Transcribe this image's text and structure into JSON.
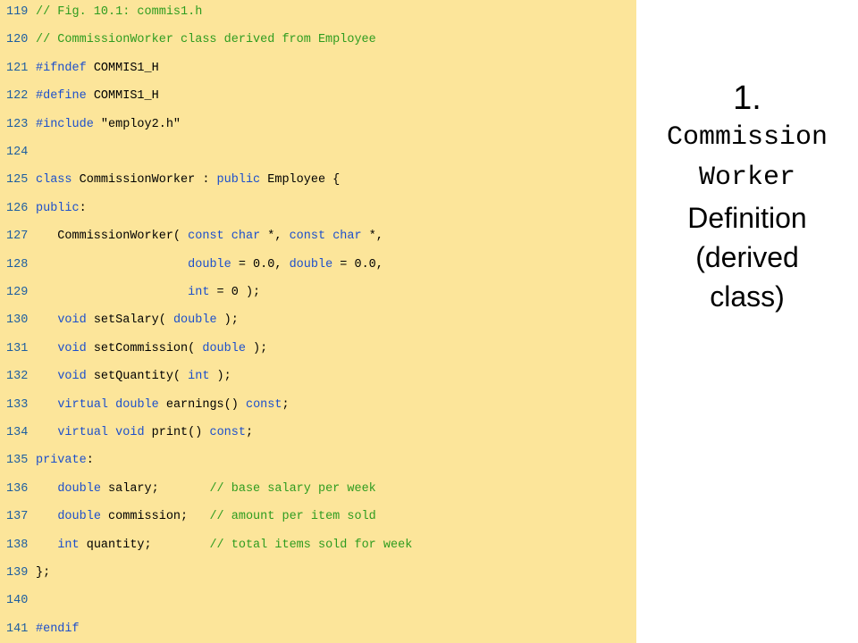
{
  "colors": {
    "panel_background": "#fce59a",
    "line_number": "#1e5ea0",
    "comment": "#2e9c1f",
    "keyword": "#1c4fcc",
    "plain": "#000000"
  },
  "title": {
    "number": "1.",
    "code_words": [
      "Commission",
      "Worker"
    ],
    "text_lines": [
      "Definition",
      "(derived",
      "class)"
    ]
  },
  "code_lines": [
    {
      "number": "119",
      "tokens": [
        {
          "text": "// Fig. 10.1: commis1.h",
          "kind": "comment"
        }
      ]
    },
    {
      "number": "120",
      "tokens": [
        {
          "text": "// CommissionWorker class derived from Employee",
          "kind": "comment"
        }
      ]
    },
    {
      "number": "121",
      "tokens": [
        {
          "text": "#ifndef",
          "kind": "keyword"
        },
        {
          "text": " COMMIS1_H",
          "kind": "plain"
        }
      ]
    },
    {
      "number": "122",
      "tokens": [
        {
          "text": "#define",
          "kind": "keyword"
        },
        {
          "text": " COMMIS1_H",
          "kind": "plain"
        }
      ]
    },
    {
      "number": "123",
      "tokens": [
        {
          "text": "#include",
          "kind": "keyword"
        },
        {
          "text": " \"employ2.h\"",
          "kind": "plain"
        }
      ]
    },
    {
      "number": "124",
      "tokens": []
    },
    {
      "number": "125",
      "tokens": [
        {
          "text": "class",
          "kind": "keyword"
        },
        {
          "text": " CommissionWorker : ",
          "kind": "plain"
        },
        {
          "text": "public",
          "kind": "keyword"
        },
        {
          "text": " Employee {",
          "kind": "plain"
        }
      ]
    },
    {
      "number": "126",
      "tokens": [
        {
          "text": "public",
          "kind": "keyword"
        },
        {
          "text": ":",
          "kind": "plain"
        }
      ]
    },
    {
      "number": "127",
      "tokens": [
        {
          "text": "   CommissionWorker( ",
          "kind": "plain"
        },
        {
          "text": "const",
          "kind": "keyword"
        },
        {
          "text": " ",
          "kind": "plain"
        },
        {
          "text": "char",
          "kind": "keyword"
        },
        {
          "text": " *, ",
          "kind": "plain"
        },
        {
          "text": "const",
          "kind": "keyword"
        },
        {
          "text": " ",
          "kind": "plain"
        },
        {
          "text": "char",
          "kind": "keyword"
        },
        {
          "text": " *,",
          "kind": "plain"
        }
      ]
    },
    {
      "number": "128",
      "tokens": [
        {
          "text": "                     ",
          "kind": "plain"
        },
        {
          "text": "double",
          "kind": "keyword"
        },
        {
          "text": " = 0.0, ",
          "kind": "plain"
        },
        {
          "text": "double",
          "kind": "keyword"
        },
        {
          "text": " = 0.0,",
          "kind": "plain"
        }
      ]
    },
    {
      "number": "129",
      "tokens": [
        {
          "text": "                     ",
          "kind": "plain"
        },
        {
          "text": "int",
          "kind": "keyword"
        },
        {
          "text": " = 0 );",
          "kind": "plain"
        }
      ]
    },
    {
      "number": "130",
      "tokens": [
        {
          "text": "   ",
          "kind": "plain"
        },
        {
          "text": "void",
          "kind": "keyword"
        },
        {
          "text": " setSalary( ",
          "kind": "plain"
        },
        {
          "text": "double",
          "kind": "keyword"
        },
        {
          "text": " );",
          "kind": "plain"
        }
      ]
    },
    {
      "number": "131",
      "tokens": [
        {
          "text": "   ",
          "kind": "plain"
        },
        {
          "text": "void",
          "kind": "keyword"
        },
        {
          "text": " setCommission( ",
          "kind": "plain"
        },
        {
          "text": "double",
          "kind": "keyword"
        },
        {
          "text": " );",
          "kind": "plain"
        }
      ]
    },
    {
      "number": "132",
      "tokens": [
        {
          "text": "   ",
          "kind": "plain"
        },
        {
          "text": "void",
          "kind": "keyword"
        },
        {
          "text": " setQuantity( ",
          "kind": "plain"
        },
        {
          "text": "int",
          "kind": "keyword"
        },
        {
          "text": " );",
          "kind": "plain"
        }
      ]
    },
    {
      "number": "133",
      "tokens": [
        {
          "text": "   ",
          "kind": "plain"
        },
        {
          "text": "virtual",
          "kind": "keyword"
        },
        {
          "text": " ",
          "kind": "plain"
        },
        {
          "text": "double",
          "kind": "keyword"
        },
        {
          "text": " earnings() ",
          "kind": "plain"
        },
        {
          "text": "const",
          "kind": "keyword"
        },
        {
          "text": ";",
          "kind": "plain"
        }
      ]
    },
    {
      "number": "134",
      "tokens": [
        {
          "text": "   ",
          "kind": "plain"
        },
        {
          "text": "virtual",
          "kind": "keyword"
        },
        {
          "text": " ",
          "kind": "plain"
        },
        {
          "text": "void",
          "kind": "keyword"
        },
        {
          "text": " print() ",
          "kind": "plain"
        },
        {
          "text": "const",
          "kind": "keyword"
        },
        {
          "text": ";",
          "kind": "plain"
        }
      ]
    },
    {
      "number": "135",
      "tokens": [
        {
          "text": "private",
          "kind": "keyword"
        },
        {
          "text": ":",
          "kind": "plain"
        }
      ]
    },
    {
      "number": "136",
      "tokens": [
        {
          "text": "   ",
          "kind": "plain"
        },
        {
          "text": "double",
          "kind": "keyword"
        },
        {
          "text": " salary;       ",
          "kind": "plain"
        },
        {
          "text": "// base salary per week",
          "kind": "comment"
        }
      ]
    },
    {
      "number": "137",
      "tokens": [
        {
          "text": "   ",
          "kind": "plain"
        },
        {
          "text": "double",
          "kind": "keyword"
        },
        {
          "text": " commission;   ",
          "kind": "plain"
        },
        {
          "text": "// amount per item sold",
          "kind": "comment"
        }
      ]
    },
    {
      "number": "138",
      "tokens": [
        {
          "text": "   ",
          "kind": "plain"
        },
        {
          "text": "int",
          "kind": "keyword"
        },
        {
          "text": " quantity;        ",
          "kind": "plain"
        },
        {
          "text": "// total items sold for week",
          "kind": "comment"
        }
      ]
    },
    {
      "number": "139",
      "tokens": [
        {
          "text": "};",
          "kind": "plain"
        }
      ]
    },
    {
      "number": "140",
      "tokens": []
    },
    {
      "number": "141",
      "tokens": [
        {
          "text": "#endif",
          "kind": "keyword"
        }
      ]
    }
  ]
}
